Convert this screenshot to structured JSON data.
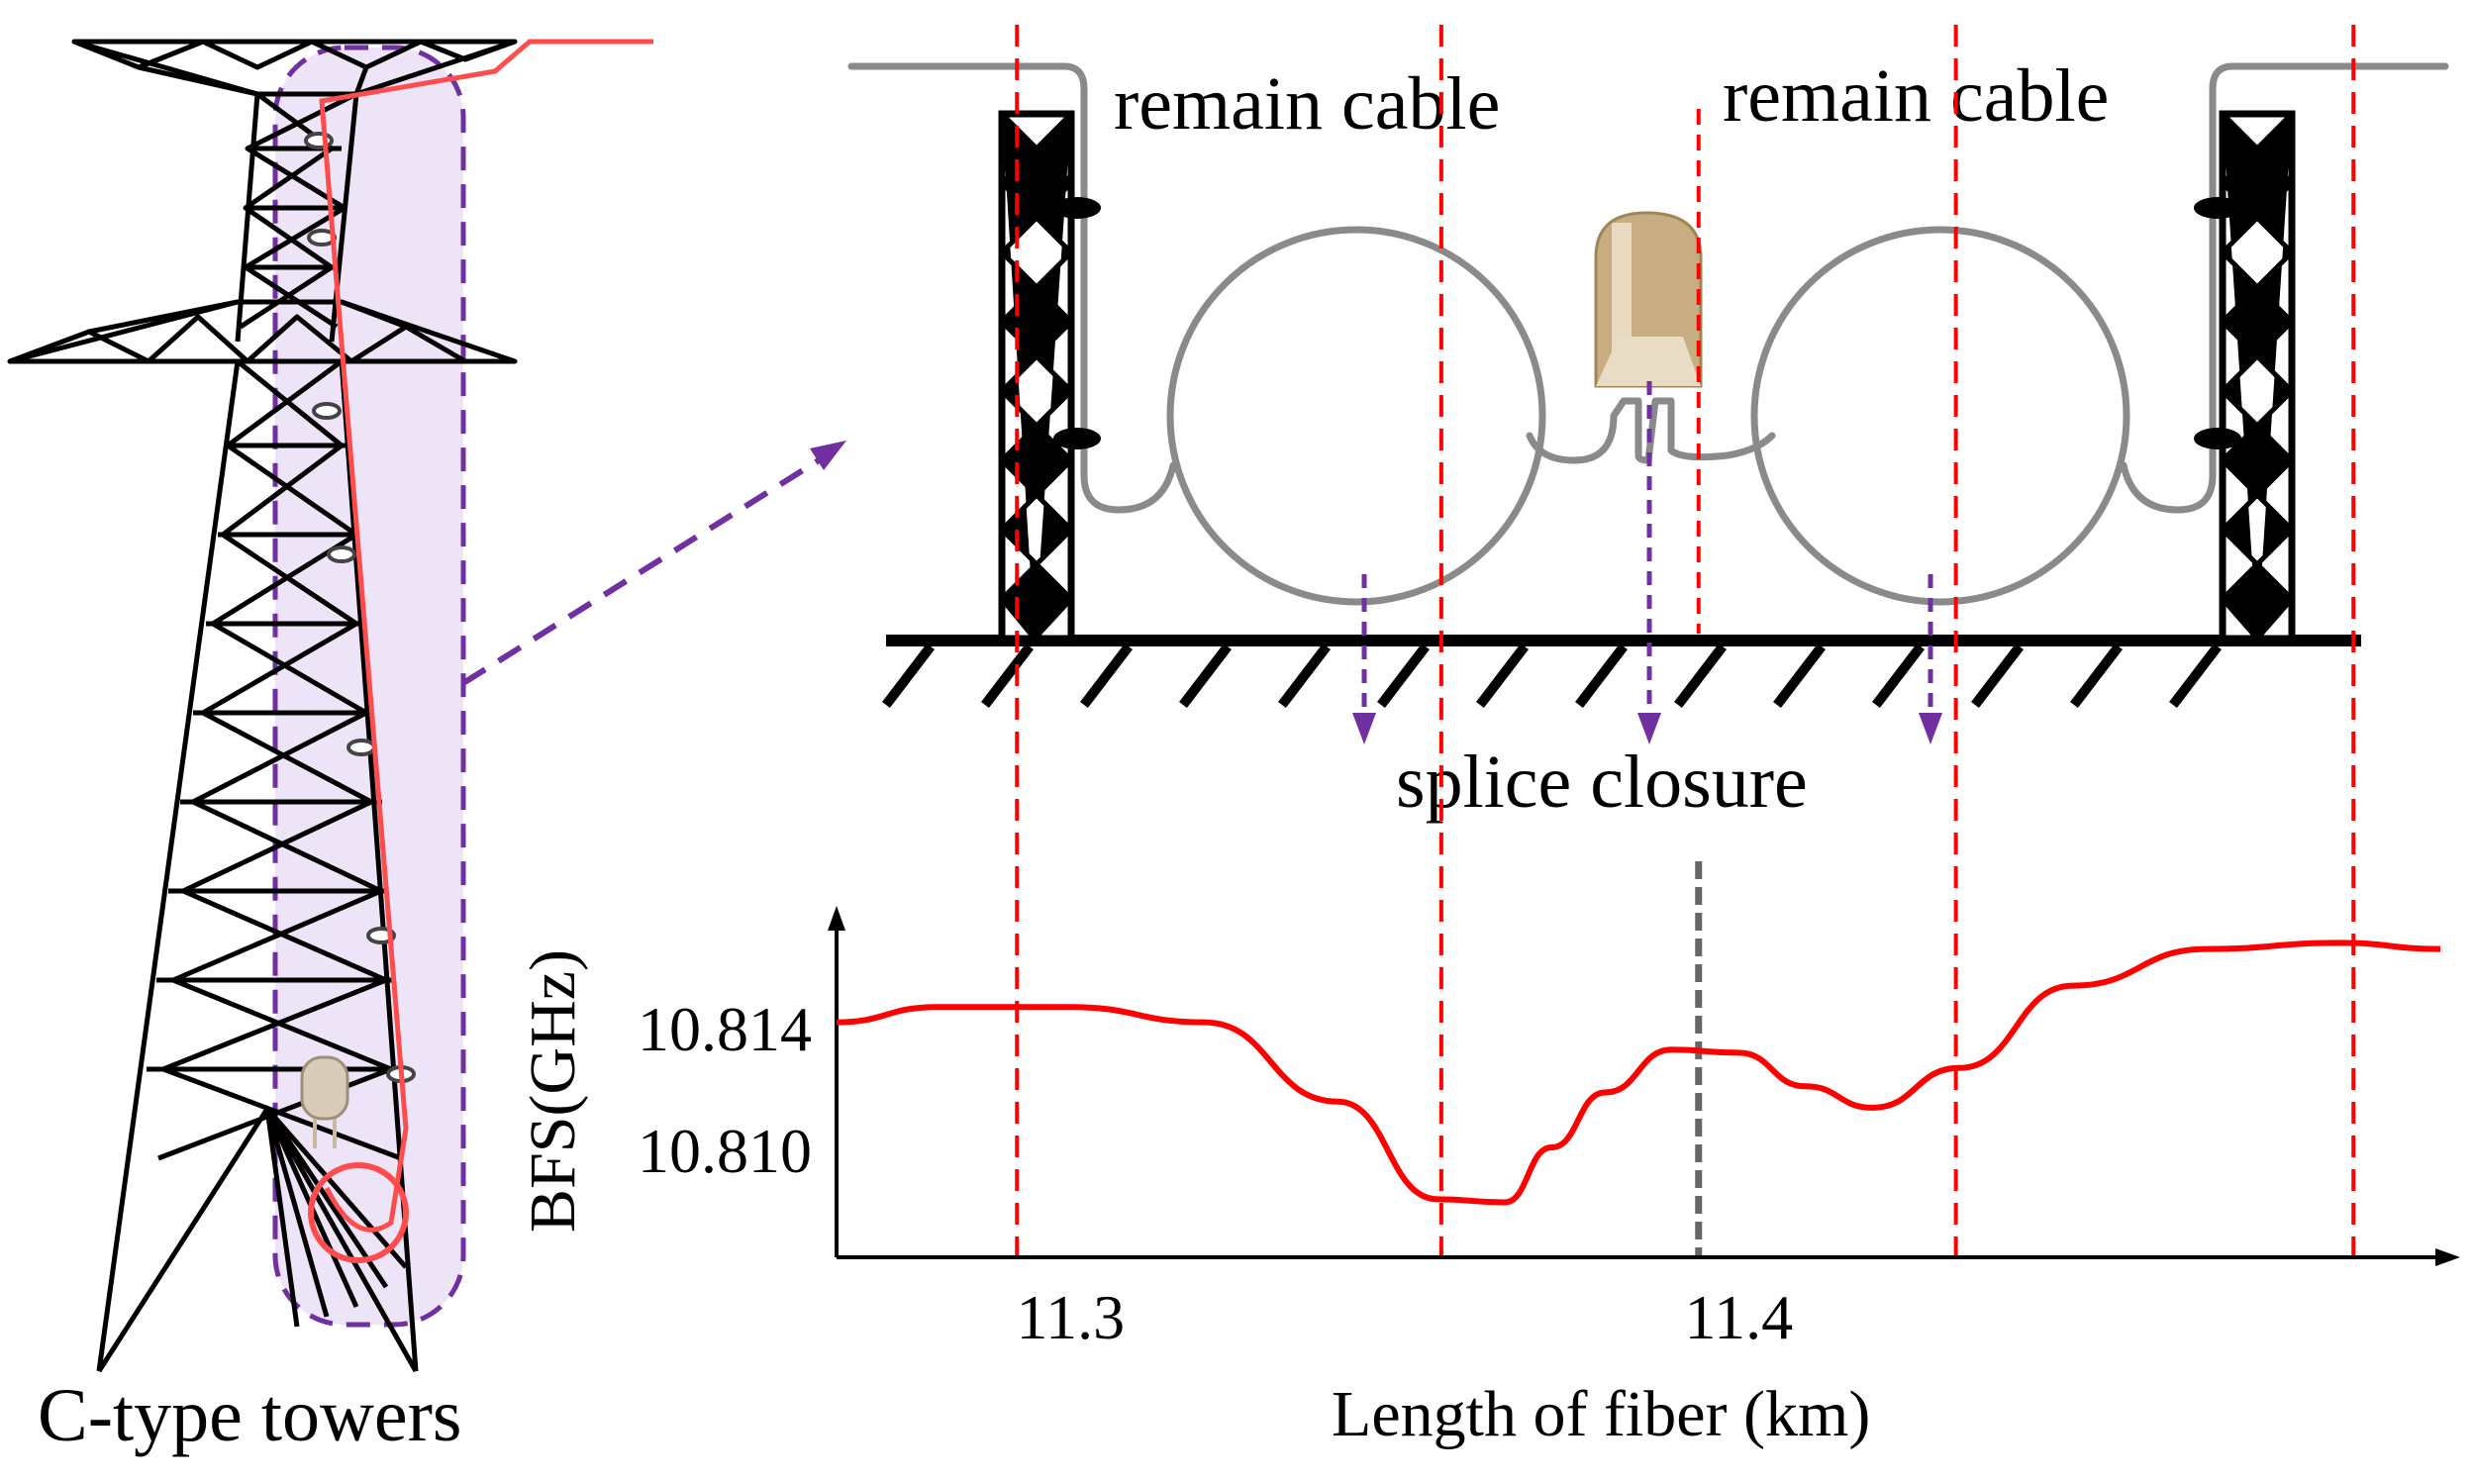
{
  "labels": {
    "tower_caption": "C-type towers",
    "remain_cable_left": "remain cable",
    "remain_cable_right": "remain cable",
    "splice_closure": "splice closure"
  },
  "colors": {
    "trace": "#ff0000",
    "guide_line": "#ff0000",
    "callout_arrow": "#7030a0",
    "highlight_fill": "#ede4f7",
    "closure_marker": "#666666",
    "cable": "#999999"
  },
  "chart_data": {
    "type": "line",
    "xlabel": "Length of fiber (km)",
    "ylabel": "BFS(GHz)",
    "xlim": [
      11.265,
      11.505
    ],
    "ylim": [
      10.8065,
      10.8185
    ],
    "x_ticks": [
      "11.3",
      "11.4"
    ],
    "y_ticks": [
      "10.814",
      "10.810"
    ],
    "grid": false,
    "series": [
      {
        "x": [
          11.265,
          11.28,
          11.3,
          11.32,
          11.34,
          11.355,
          11.365,
          11.372,
          11.38,
          11.39,
          11.4,
          11.41,
          11.42,
          11.433,
          11.45,
          11.47,
          11.49,
          11.505
        ],
        "y": [
          10.8142,
          10.8147,
          10.8147,
          10.8142,
          10.8116,
          10.8084,
          10.8083,
          10.8101,
          10.8119,
          10.8133,
          10.8132,
          10.8121,
          10.8114,
          10.8127,
          10.8154,
          10.8166,
          10.8168,
          10.8166
        ]
      }
    ],
    "markers": {
      "red_dashed_x": [
        11.292,
        11.3555,
        11.4325,
        11.492
      ],
      "splice_closure_x": 11.394
    }
  }
}
